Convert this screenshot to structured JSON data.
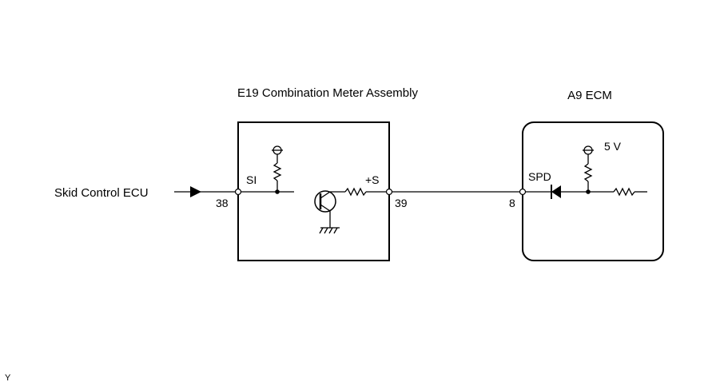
{
  "components": {
    "meter": {
      "title": "E19 Combination Meter Assembly",
      "input_signal": "SI",
      "output_signal": "+S",
      "input_pin": "38",
      "output_pin": "39"
    },
    "ecm": {
      "title": "A9 ECM",
      "signal": "SPD",
      "pin": "8",
      "supply": "5 V"
    }
  },
  "external": {
    "source": "Skid Control ECU"
  },
  "corner_mark": "Y"
}
